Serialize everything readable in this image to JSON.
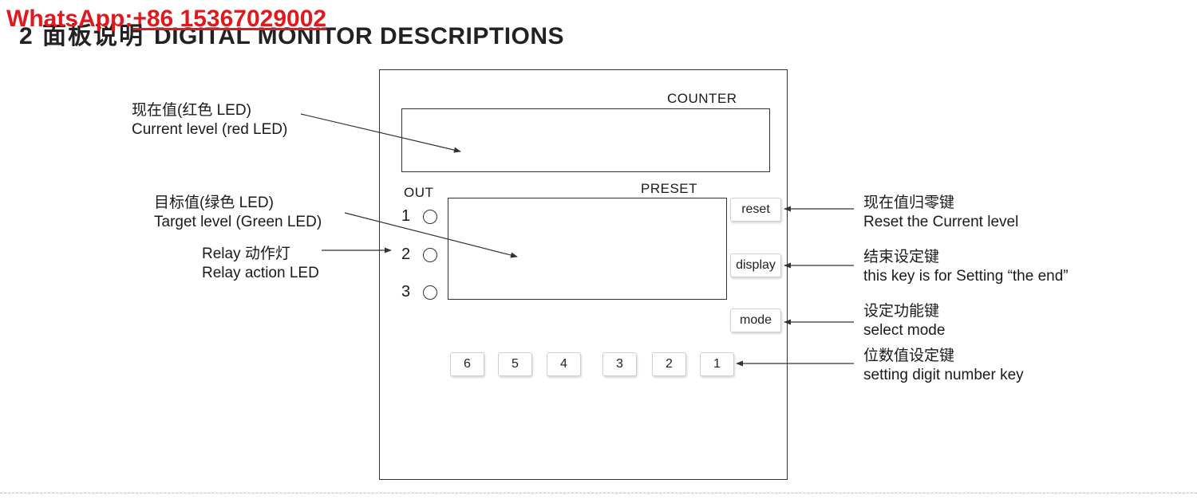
{
  "watermark": {
    "prefix": "WhatsApp:",
    "number": "+86 15367029002"
  },
  "heading": {
    "zh": "2 面板说明",
    "en": "DIGITAL MONITOR DESCRIPTIONS"
  },
  "panel": {
    "counter_label": "COUNTER",
    "preset_label": "PRESET",
    "out_label": "OUT",
    "outputs": [
      "1",
      "2",
      "3"
    ],
    "buttons": {
      "reset": "reset",
      "display": "display",
      "mode": "mode"
    },
    "digit_keys": [
      "6",
      "5",
      "4",
      "3",
      "2",
      "1"
    ]
  },
  "annotations": {
    "current": {
      "zh": "现在值(红色 LED)",
      "en": "Current level (red LED)"
    },
    "target": {
      "zh": "目标值(绿色 LED)",
      "en": "Target level (Green LED)"
    },
    "relay": {
      "zh": "Relay 动作灯",
      "en": "Relay action LED"
    },
    "reset": {
      "zh": "现在值归零键",
      "en": "Reset the Current level"
    },
    "display": {
      "zh": "结束设定键",
      "en": "this key is for Setting “the end”"
    },
    "mode": {
      "zh": "设定功能键",
      "en": "select mode"
    },
    "digits": {
      "zh": "位数值设定键",
      "en": "setting digit number key"
    }
  },
  "colors": {
    "watermark": "#e0191e",
    "lines": "#333333"
  }
}
